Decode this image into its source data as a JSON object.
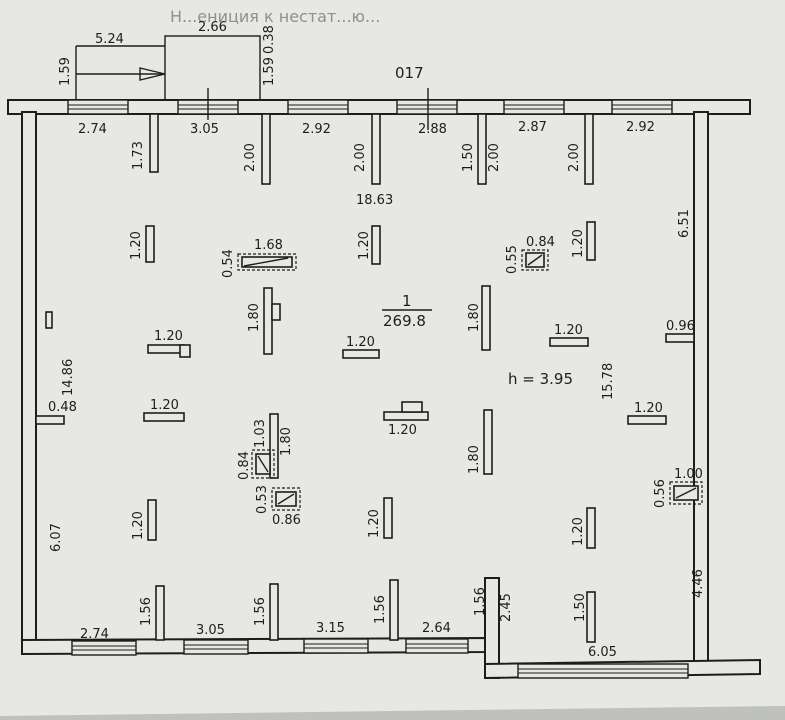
{
  "background_color": "#e7e8e4",
  "ink_color": "#1d1d1f",
  "plan": {
    "room_code": "017",
    "room_number": "1",
    "room_area": "269.8",
    "ceiling_height": "h = 3.95",
    "header_text": "Н...ениция к нестат...ю...",
    "dimensions": {
      "top_overall_a": "5.24",
      "top_overall_b": "2.66",
      "top_left_h": "1.59",
      "top_mid_h": "1.59",
      "top_right_h": "0.38",
      "top_windows": [
        "2.74",
        "3.05",
        "2.92",
        "2.88",
        "2.87",
        "2.92"
      ],
      "top_piers": [
        "1.73",
        "2.00",
        "2.00",
        "1.50",
        "2.00",
        "2.00"
      ],
      "room_width": "18.63",
      "right_wall_upper": "6.51",
      "right_niche": "0.96",
      "room_depth_right": "15.78",
      "right_wall_lower": "4.46",
      "left_wall_total": "14.86",
      "left_niche": "0.48",
      "left_wall_lower": "6.07",
      "bottom_windows": [
        "2.74",
        "3.05",
        "3.15",
        "2.64"
      ],
      "bottom_piers": [
        "1.56",
        "1.56",
        "1.56",
        "1.56",
        "2.45"
      ],
      "bottom_right_window": "6.05",
      "bottom_right_pier": "1.50"
    },
    "columns": {
      "col_upper_1": "1.20",
      "col_upper_2": "1.20",
      "col_upper_3": "1.20",
      "col_mid_1": "1.80",
      "col_mid_2": "1.80",
      "col_left_1": "1.20",
      "col_left_2": "1.20",
      "col_center_1": "1.20",
      "col_center_2": "1.20",
      "col_right_1": "1.20",
      "col_right_2": "1.20",
      "col_lower_1": "1.80",
      "col_lower_2": "1.80",
      "col_bottom_1": "1.20",
      "col_bottom_2": "1.20",
      "col_bottom_3": "1.20"
    },
    "shafts": {
      "shaft_1_w": "1.68",
      "shaft_1_h": "0.54",
      "shaft_2_w": "0.84",
      "shaft_2_h": "0.55",
      "shaft_3_w": "1.03",
      "shaft_3_h": "0.84",
      "shaft_4_w": "0.86",
      "shaft_4_h": "0.53",
      "shaft_5_w": "1.00",
      "shaft_5_h": "0.56"
    }
  }
}
